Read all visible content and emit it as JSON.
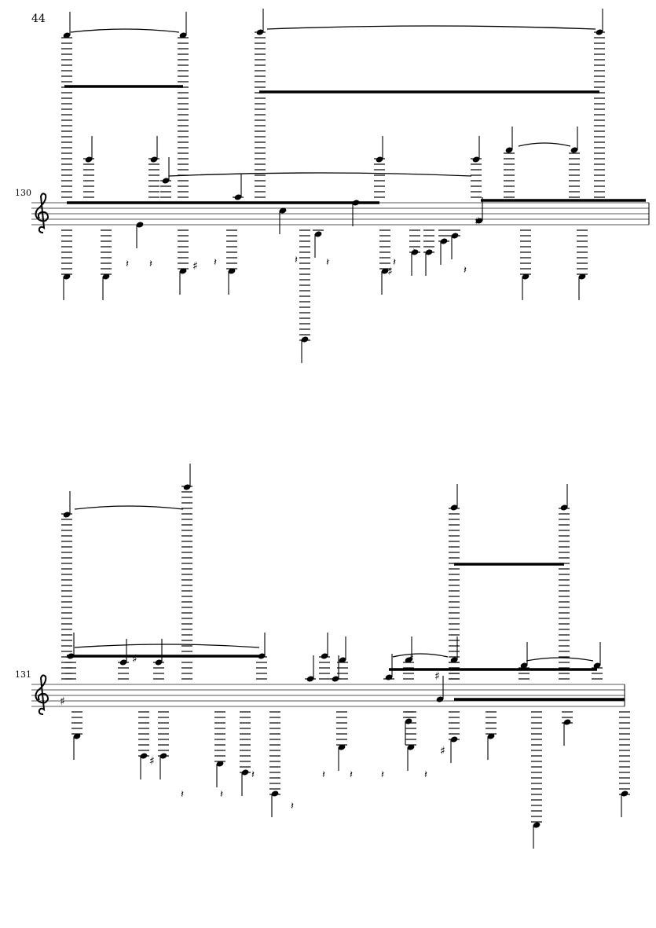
{
  "page": {
    "number": "44"
  },
  "systems": [
    {
      "measure_number": "130",
      "clef": "treble"
    },
    {
      "measure_number": "131",
      "clef": "treble"
    }
  ]
}
